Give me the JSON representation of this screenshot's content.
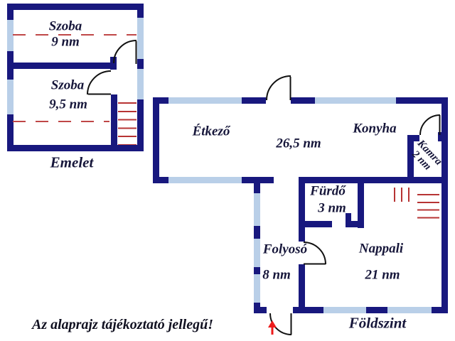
{
  "floors": {
    "emelet": {
      "label": "Emelet",
      "rooms": {
        "szoba1": {
          "name": "Szoba",
          "area": "9 nm"
        },
        "szoba2": {
          "name": "Szoba",
          "area": "9,5 nm"
        }
      }
    },
    "foldszint": {
      "label": "Földszint",
      "rooms": {
        "etkezo": {
          "name": "Étkező",
          "area": "26,5 nm"
        },
        "konyha": {
          "name": "Konyha"
        },
        "kamra": {
          "name": "Kamra",
          "area": "2 nm"
        },
        "furdo": {
          "name": "Fürdő",
          "area": "3 nm"
        },
        "folyoso": {
          "name": "Folyosó",
          "area": "8 nm"
        },
        "nappali": {
          "name": "Nappali",
          "area": "21 nm"
        }
      }
    }
  },
  "disclaimer": "Az alaprajz tájékoztató jellegű!",
  "symbols": {
    "entrance_arrow": "up-arrow",
    "stairs": "stair-treads",
    "radiator_marks": "red-line-marks"
  },
  "colors": {
    "wall": "#18187e",
    "window": "#b9cfe8",
    "marking_red": "#bf4747",
    "arrow_red": "#ed1c1c",
    "text": "#16163a",
    "background": "#ffffff"
  }
}
